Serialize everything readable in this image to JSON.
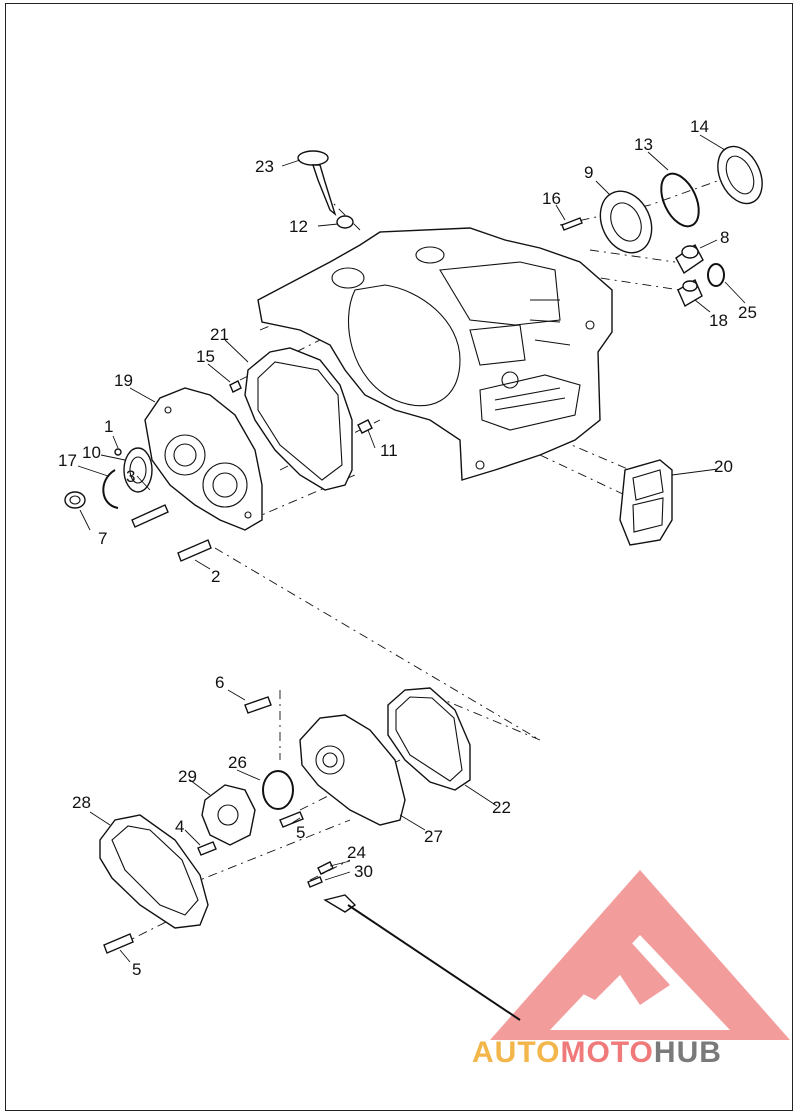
{
  "diagram": {
    "callouts": [
      "1",
      "2",
      "3",
      "4",
      "5",
      "5",
      "6",
      "7",
      "8",
      "9",
      "10",
      "11",
      "12",
      "13",
      "14",
      "15",
      "16",
      "17",
      "18",
      "19",
      "20",
      "21",
      "22",
      "23",
      "24",
      "25",
      "26",
      "27",
      "28",
      "29",
      "30"
    ]
  },
  "watermark": {
    "part1": "AUTO",
    "part2": "MOTO",
    "part3": "HUB",
    "color_auto": "#f3b64a",
    "color_moto": "#f07a7a",
    "color_hub": "#7a7a7a",
    "logo_color": "#ef7b7b"
  }
}
